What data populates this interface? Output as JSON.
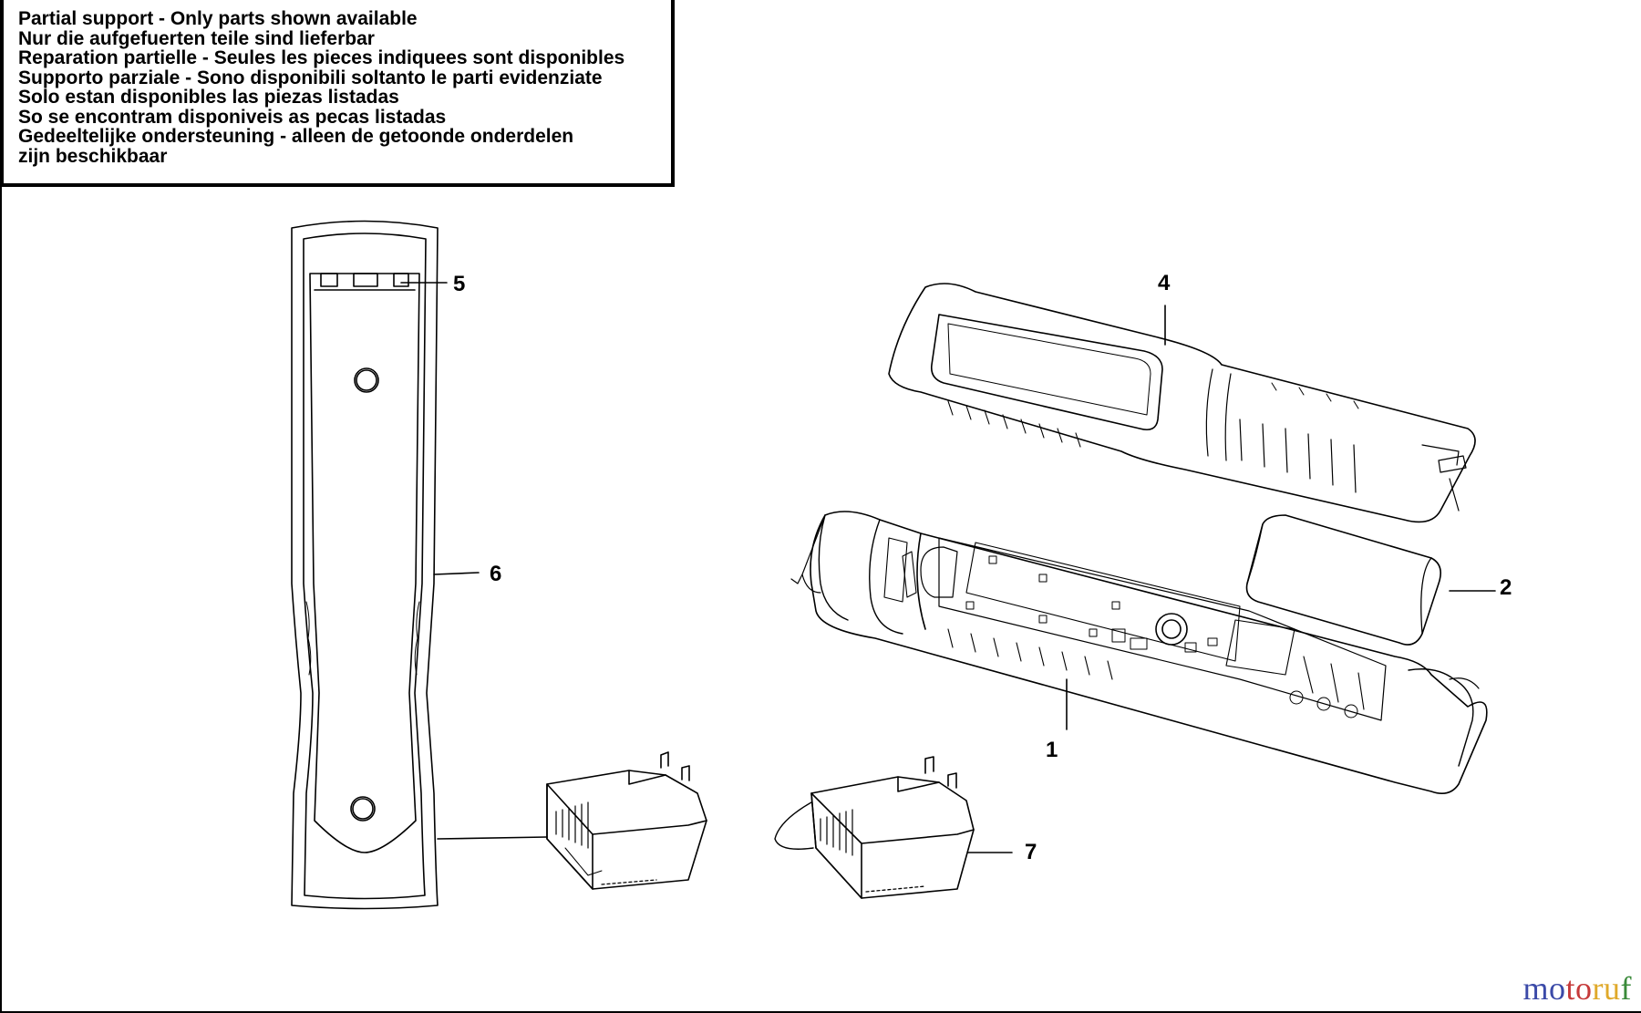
{
  "notice": {
    "lines": [
      "Partial support - Only parts shown available",
      "Nur die aufgefuerten teile sind lieferbar",
      "Reparation partielle - Seules les pieces indiquees sont disponibles",
      "Supporto parziale - Sono disponibili soltanto le parti evidenziate",
      "Solo estan disponibles las piezas listadas",
      "So se encontram disponiveis as pecas listadas",
      "Gedeeltelijke ondersteuning - alleen de getoonde onderdelen",
      "zijn beschikbaar"
    ]
  },
  "callouts": {
    "part1": "1",
    "part2": "2",
    "part4": "4",
    "part5": "5",
    "part6": "6",
    "part7": "7"
  },
  "watermark": {
    "text": "motoruf",
    "colors": [
      "#3b4aa8",
      "#c63a3a",
      "#e0a92a",
      "#3a8a3a"
    ]
  }
}
